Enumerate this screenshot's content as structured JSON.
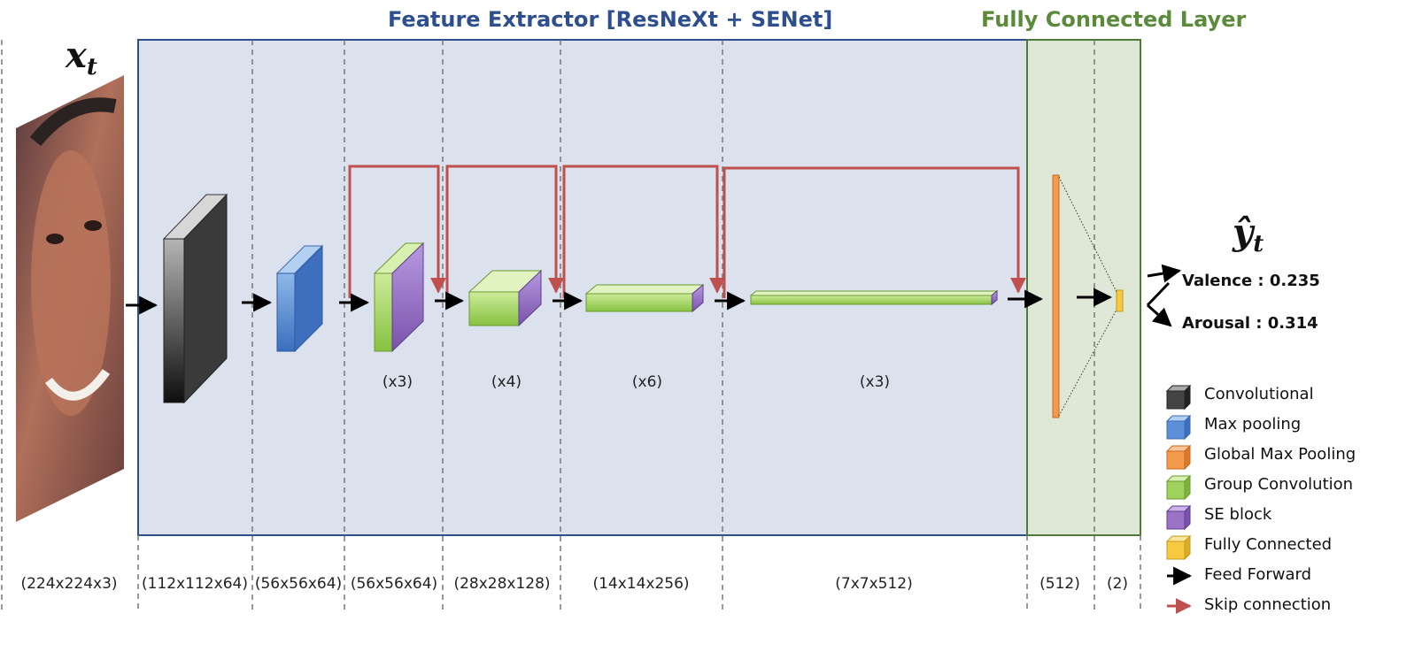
{
  "titles": {
    "feature_extractor": "Feature Extractor [ResNeXt + SENet]",
    "fully_connected": "Fully Connected Layer"
  },
  "symbols": {
    "input": "x",
    "input_sub": "t",
    "output": "ŷ",
    "output_sub": "t"
  },
  "outputs": {
    "valence": "Valence : 0.235",
    "arousal": "Arousal : 0.314"
  },
  "repeats": [
    "(x3)",
    "(x4)",
    "(x6)",
    "(x3)"
  ],
  "dimensions": [
    "(224x224x3)",
    "(112x112x64)",
    "(56x56x64)",
    "(56x56x64)",
    "(28x28x128)",
    "(14x14x256)",
    "(7x7x512)",
    "(512)",
    "(2)"
  ],
  "legend": [
    {
      "label": "Convolutional",
      "color": "#555555"
    },
    {
      "label": "Max pooling",
      "color": "#5b8fd8"
    },
    {
      "label": "Global Max Pooling",
      "color": "#f39a4e"
    },
    {
      "label": "Group Convolution",
      "color": "#9fd25c"
    },
    {
      "label": "SE block",
      "color": "#9a72c6"
    },
    {
      "label": "Fully Connected",
      "color": "#f6c940"
    },
    {
      "label": "Feed Forward",
      "color": "#000000"
    },
    {
      "label": "Skip connection",
      "color": "#c0504d"
    }
  ],
  "colors": {
    "feature_bg": "#dbe1ed",
    "fc_bg": "#dfe8d7",
    "skip": "#c0504d"
  }
}
